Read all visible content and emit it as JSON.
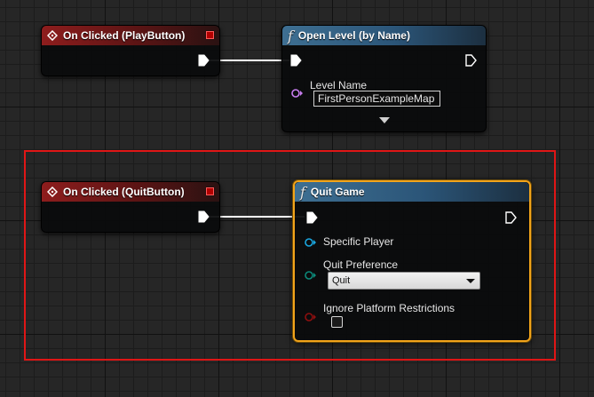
{
  "graph": {
    "nodes": [
      {
        "id": "play-event",
        "type": "event",
        "title": "On Clicked (PlayButton)"
      },
      {
        "id": "open-level",
        "type": "function",
        "title": "Open Level (by Name)",
        "level_name_label": "Level Name",
        "level_name_value": "FirstPersonExampleMap"
      },
      {
        "id": "quit-event",
        "type": "event",
        "title": "On Clicked (QuitButton)"
      },
      {
        "id": "quit-game",
        "type": "function",
        "title": "Quit Game",
        "specific_player_label": "Specific Player",
        "quit_preference_label": "Quit Preference",
        "quit_preference_value": "Quit",
        "ignore_platform_label": "Ignore Platform Restrictions",
        "ignore_platform_checked": false
      }
    ]
  },
  "colors": {
    "event_header": "#8e1d1d",
    "function_header": "#3e6f92",
    "selection_outline": "#f2a41a",
    "highlight_box": "#e01616",
    "pin_object": "#1aa7e0",
    "pin_string": "#c87ef0",
    "pin_byte": "#0c8a7a",
    "pin_bool": "#8e0f0f"
  },
  "icons": {
    "function": "function-f-icon",
    "event": "event-diamond-icon",
    "exec_pin": "exec-pin-icon",
    "delegate": "delegate-pin-icon"
  }
}
